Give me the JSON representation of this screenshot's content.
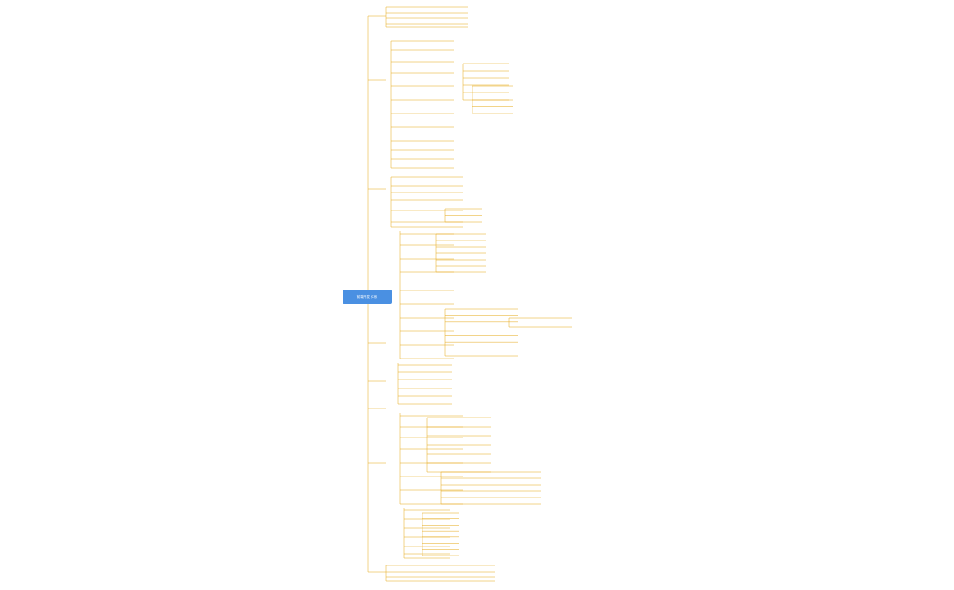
{
  "root": {
    "label": "前端开发\n体系"
  },
  "branches": [
    {
      "id": "b1",
      "label": ""
    },
    {
      "id": "b2",
      "label": ""
    },
    {
      "id": "b3",
      "label": ""
    },
    {
      "id": "b4",
      "label": ""
    },
    {
      "id": "b5",
      "label": ""
    },
    {
      "id": "b6",
      "label": ""
    },
    {
      "id": "b7",
      "label": ""
    },
    {
      "id": "b8",
      "label": ""
    }
  ],
  "colors": {
    "root_bg": "#4a90e2",
    "line": "#e6a817",
    "text": "#333333"
  }
}
